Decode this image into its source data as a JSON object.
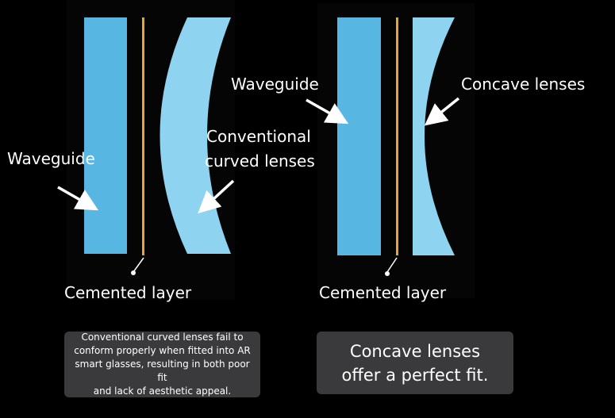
{
  "colors": {
    "background": "#000000",
    "waveguide": "#58b6e3",
    "curved_lens": "#8ed3ef",
    "cemented_layer": "#e8a43a",
    "caption_box": "#3a3a3c"
  },
  "left_diagram": {
    "waveguide_label": "Waveguide",
    "lens_label_line1": "Conventional",
    "lens_label_line2": "curved lenses",
    "cemented_label": "Cemented layer",
    "caption_lines": [
      "Conventional curved lenses fail to",
      "conform properly when fitted into AR",
      "smart glasses, resulting in both poor fit",
      "and lack of aesthetic appeal."
    ]
  },
  "right_diagram": {
    "waveguide_label": "Waveguide",
    "lens_label": "Concave lenses",
    "cemented_label": "Cemented layer",
    "caption_lines": [
      "Concave lenses",
      "offer a perfect fit."
    ]
  }
}
